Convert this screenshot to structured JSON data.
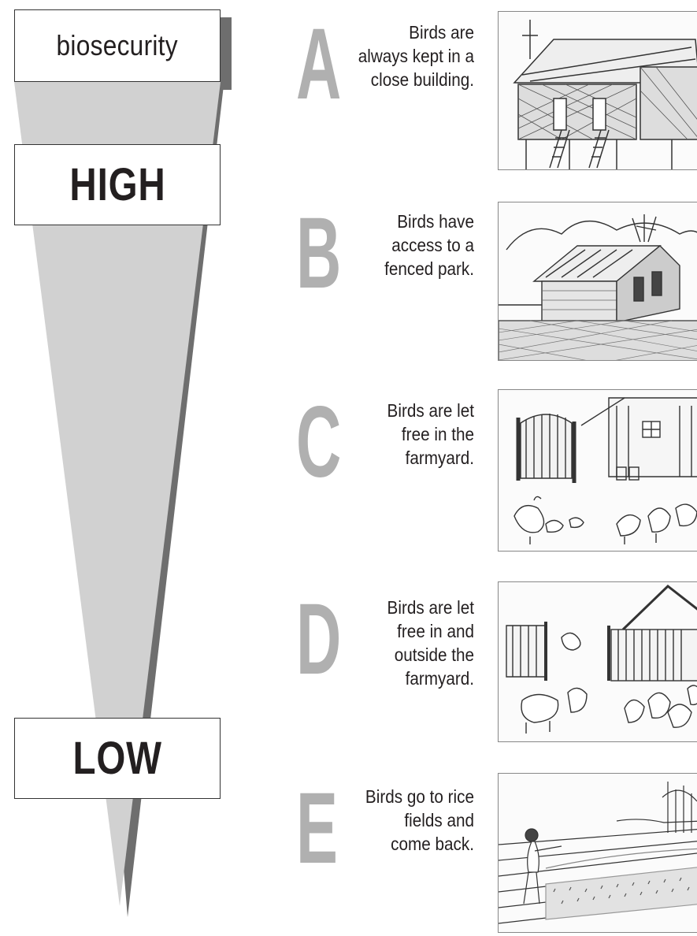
{
  "scale": {
    "title": "biosecurity",
    "high_label": "HIGH",
    "low_label": "LOW"
  },
  "options": [
    {
      "letter": "A",
      "lines": [
        "Birds are",
        "always kept in a",
        "close building."
      ],
      "illustration": "poultry-house-on-stilts-illustration"
    },
    {
      "letter": "B",
      "lines": [
        "Birds have",
        "access to a",
        "fenced park."
      ],
      "illustration": "fenced-poultry-park-illustration"
    },
    {
      "letter": "C",
      "lines": [
        "Birds are let",
        "free in the",
        "farmyard."
      ],
      "illustration": "farmyard-free-range-illustration"
    },
    {
      "letter": "D",
      "lines": [
        "Birds are let",
        "free in and",
        "outside the",
        "farmyard."
      ],
      "illustration": "in-and-out-farmyard-illustration"
    },
    {
      "letter": "E",
      "lines": [
        "Birds go to rice",
        "fields and",
        "come back."
      ],
      "illustration": "rice-field-scavenging-illustration"
    }
  ],
  "colors": {
    "funnel_fill": "#d1d1d1",
    "funnel_shadow": "#6e6e6e",
    "letter_gray": "#b0b0b0"
  }
}
